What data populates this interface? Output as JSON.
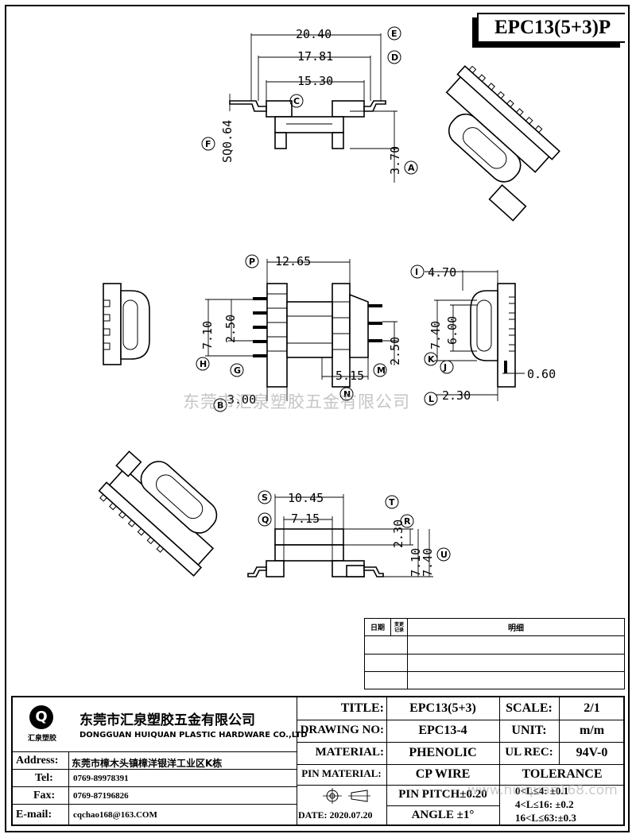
{
  "title_box": "EPC13(5+3)P",
  "watermark": "东莞市汇泉塑胶五金有限公司",
  "watermark_url": "www.huiquan168.com",
  "dims": {
    "top_20_40": "20.40",
    "top_17_81": "17.81",
    "top_15_30": "15.30",
    "sq_064": "SQ0.64",
    "v_3_70": "3.70",
    "mid_12_65": "12.65",
    "mid_2_50a": "2.50",
    "mid_7_10": "7.10",
    "mid_2_50b": "2.50",
    "mid_5_15": "5.15",
    "mid_3_00": "3.00",
    "r_4_70": "4.70",
    "r_7_40": "7.40",
    "r_6_00": "6.00",
    "r_0_60": "0.60",
    "r_2_30": "2.30",
    "b_10_45": "10.45",
    "b_7_15": "7.15",
    "b_2_30": "2.30",
    "b_7_10": "7.10",
    "b_7_40": "7.40"
  },
  "callouts": {
    "E": "E",
    "D": "D",
    "C": "C",
    "F": "F",
    "A": "A",
    "P": "P",
    "H": "H",
    "G": "G",
    "B": "B",
    "N": "N",
    "M": "M",
    "I": "I",
    "K": "K",
    "J": "J",
    "L": "L",
    "S": "S",
    "Q": "Q",
    "T": "T",
    "R": "R",
    "U": "U"
  },
  "revision": {
    "date_label": "日期",
    "change_label": "变更\n记录",
    "detail_label": "明细"
  },
  "company": {
    "name_cn": "东莞市汇泉塑胶五金有限公司",
    "name_en": "DONGGUAN HUIQUAN PLASTIC HARDWARE CO.,LTD",
    "logo_text": "汇泉塑胶",
    "logo_letter": "Q"
  },
  "contact": {
    "address_label": "Address:",
    "address_value": "东莞市樟木头镇樟洋银洋工业区K栋",
    "tel_label": "Tel:",
    "tel_value": "0769-89978391",
    "fax_label": "Fax:",
    "fax_value": "0769-87196826",
    "email_label": "E-mail:",
    "email_value": "cqchao168@163.COM"
  },
  "block": {
    "title_label": "TITLE:",
    "title_value": "EPC13(5+3)",
    "scale_label": "SCALE:",
    "scale_value": "2/1",
    "drawing_label": "DRAWING NO:",
    "drawing_value": "EPC13-4",
    "unit_label": "UNIT:",
    "unit_value": "m/m",
    "material_label": "MATERIAL:",
    "material_value": "PHENOLIC",
    "ul_label": "UL REC:",
    "ul_value": "94V-0",
    "pin_mat_label": "PIN MATERIAL:",
    "pin_mat_value": "CP WIRE",
    "tolerance_label": "TOLERANCE",
    "pin_pitch": "PIN PITCH±0.20",
    "date": "DATE: 2020.07.20",
    "angle": "ANGLE  ±1°",
    "tol1": "0<L≤4:  ±0.1",
    "tol2": "4<L≤16:  ±0.2",
    "tol3": "16<L≤63:±0.3"
  }
}
